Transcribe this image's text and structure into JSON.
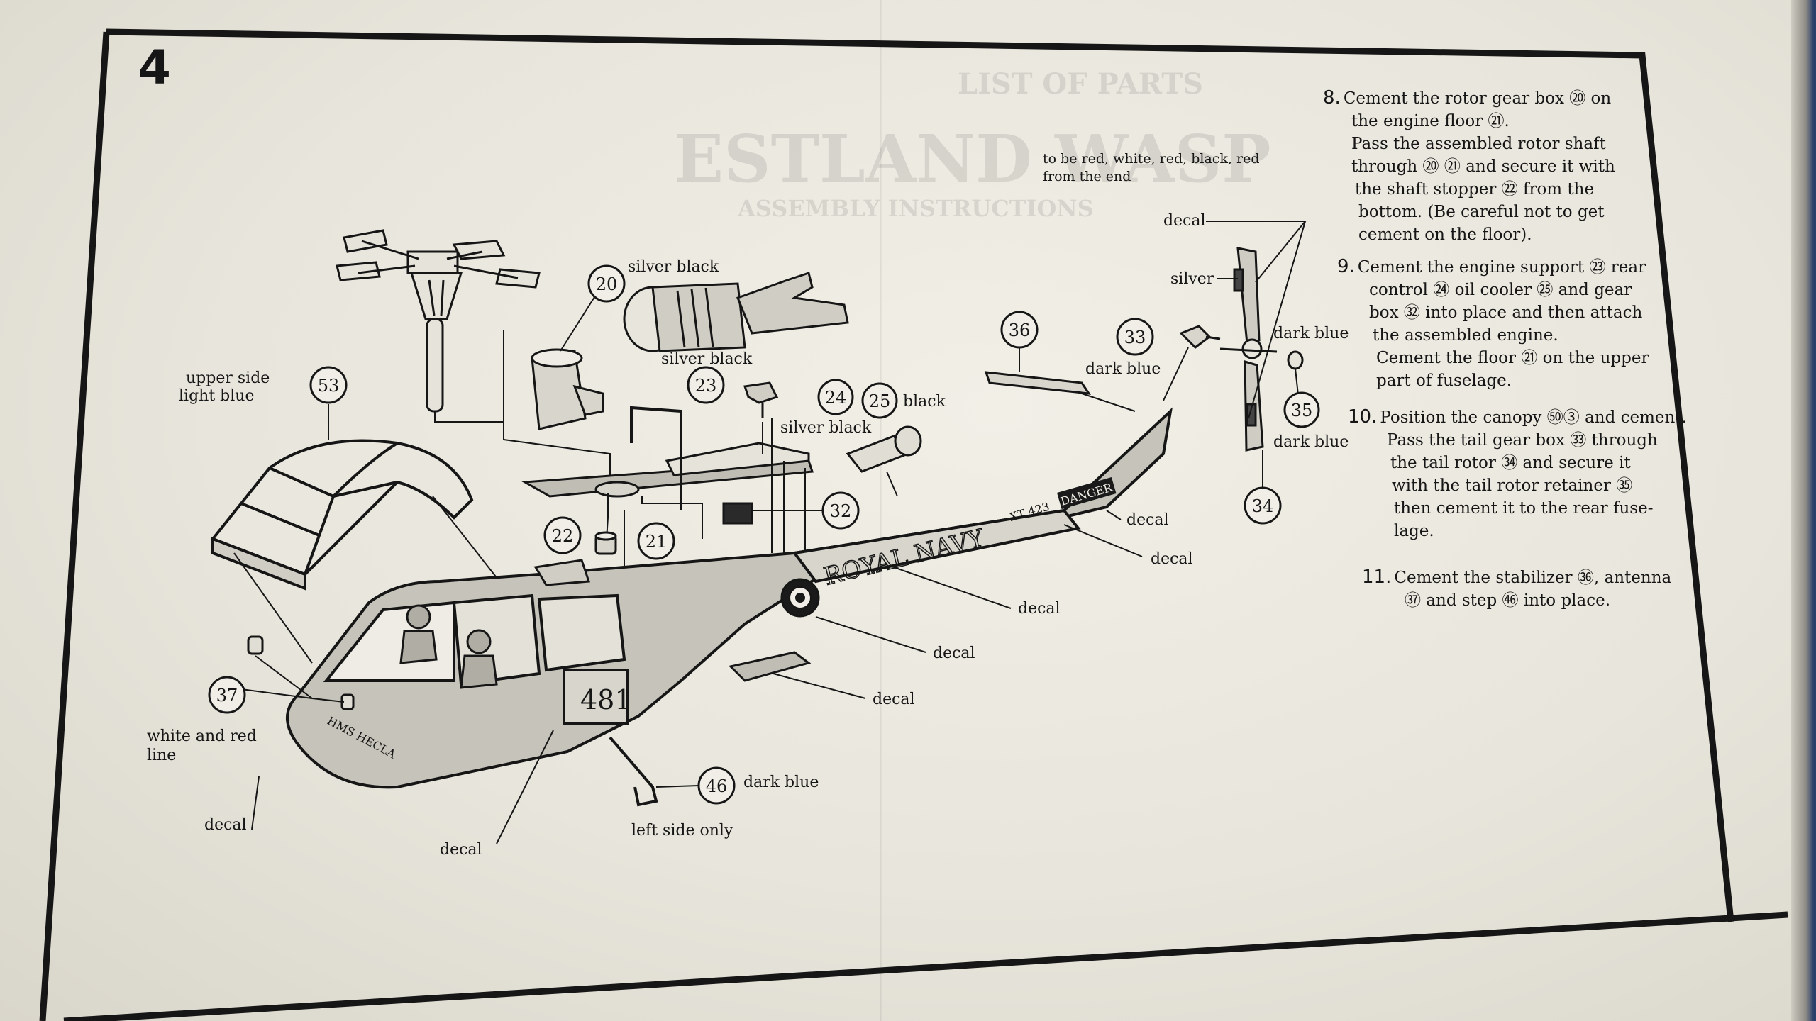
{
  "step_number": "4",
  "ghost_text": {
    "line1": "LIST OF PARTS",
    "line2": "ESTLAND WASP",
    "line3": "ASSEMBLY INSTRUCTIONS"
  },
  "callouts": {
    "p20": "20",
    "p21": "21",
    "p22": "22",
    "p23": "23",
    "p24": "24",
    "p25": "25",
    "p32": "32",
    "p33": "33",
    "p34": "34",
    "p35": "35",
    "p36": "36",
    "p37": "37",
    "p46": "46",
    "p53": "53"
  },
  "labels": {
    "rotor_note_1": "to be red, white, red, black, red",
    "rotor_note_2": "from the end",
    "silver_black_20": "silver black",
    "silver_black_23": "silver black",
    "silver_black_24": "silver black",
    "black_25": "black",
    "upper_side": "upper side",
    "light_blue": "light blue",
    "decal_rotor": "decal",
    "silver_rotor": "silver",
    "dark_blue_33": "dark blue",
    "dark_blue_rotor": "dark blue",
    "dark_blue_35": "dark blue",
    "dark_blue_46": "dark blue",
    "decal_tail_1": "decal",
    "decal_tail_2": "decal",
    "decal_mid": "decal",
    "decal_body": "decal",
    "decal_step": "decal",
    "decal_nose": "decal",
    "decal_bottom": "decal",
    "white_red_1": "white and red",
    "white_red_2": "line",
    "left_side_only": "left side only",
    "fuselage_text": "ROYAL NAVY",
    "serial": "XT 423",
    "danger": "DANGER",
    "hull_number": "481",
    "ship_name": "HMS HECLA"
  },
  "instructions": [
    {
      "num": "8.",
      "lines": [
        "Cement the rotor gear box ⑳ on",
        "the engine floor ㉑.",
        "Pass the assembled rotor shaft",
        "through ⑳ ㉑ and secure it with",
        "the shaft stopper ㉒ from the",
        "bottom. (Be careful not to get",
        "cement on the floor)."
      ]
    },
    {
      "num": "9.",
      "lines": [
        "Cement the engine support ㉓ rear",
        "control ㉔ oil cooler ㉕ and gear",
        "box ㉜ into place and then attach",
        "the assembled engine.",
        "Cement the floor ㉑ on the upper",
        "part of fuselage."
      ]
    },
    {
      "num": "10.",
      "lines": [
        "Position the canopy ㊿③ and cement.",
        "Pass the tail gear box ㉝ through",
        "the tail rotor ㉞ and secure it",
        "with the tail rotor retainer ㉟",
        "then cement it to the rear fuse-",
        "lage."
      ]
    },
    {
      "num": "11.",
      "lines": [
        "Cement the stabilizer ㊱, antenna",
        "㊲ and step ㊻ into place."
      ]
    }
  ]
}
